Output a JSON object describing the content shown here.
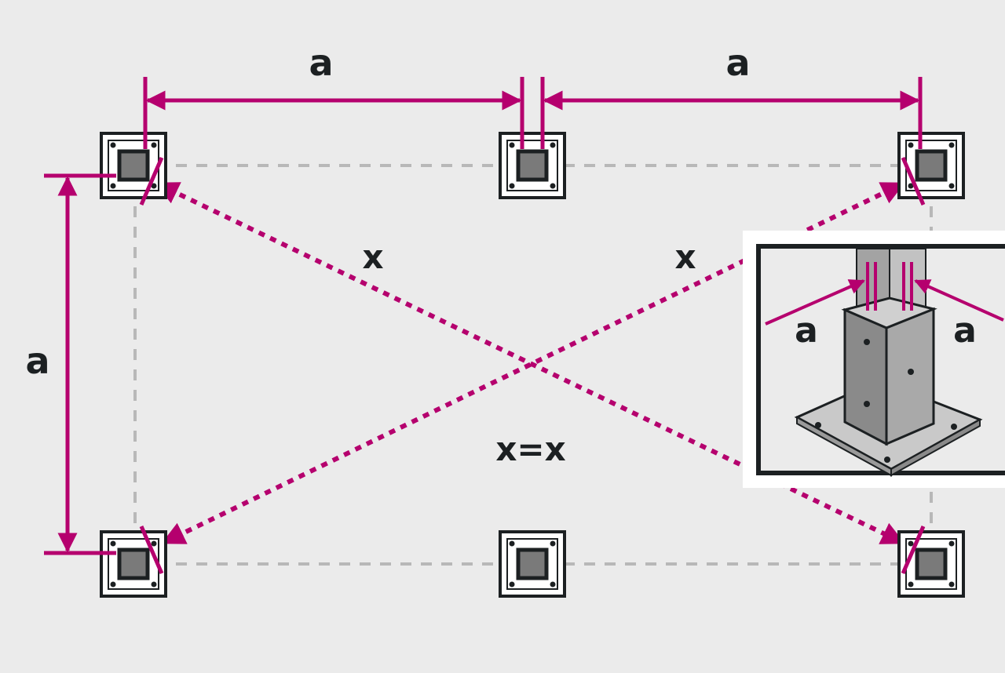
{
  "colors": {
    "background": "#ebebeb",
    "accent": "#b5006e",
    "outline": "#1c2022",
    "plate": "#ffffff",
    "post": "#7a7a7a",
    "guide": "#b8b8b8"
  },
  "labels": {
    "top_left_a": "a",
    "top_right_a": "a",
    "left_a": "a",
    "diag_x_left": "x",
    "diag_x_right": "x",
    "equation": "x=x",
    "inset_a_left": "a",
    "inset_a_right": "a"
  },
  "icons": {
    "post_base": "post-base-plate-icon",
    "inset": "post-anchor-closeup-icon"
  }
}
